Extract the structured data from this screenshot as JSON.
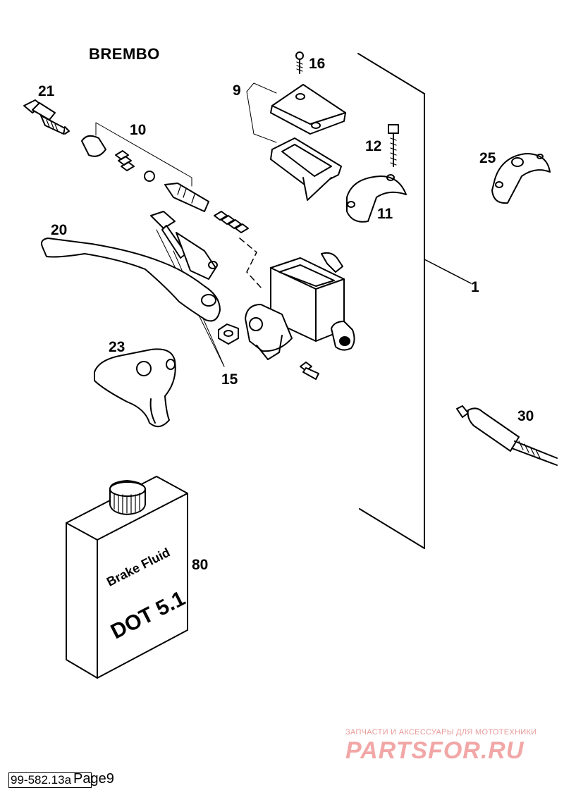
{
  "brand": "BREMBO",
  "callouts": {
    "c1": "1",
    "c9": "9",
    "c10": "10",
    "c11": "11",
    "c12": "12",
    "c15": "15",
    "c16": "16",
    "c20": "20",
    "c21": "21",
    "c23": "23",
    "c25": "25",
    "c30": "30",
    "c80": "80"
  },
  "can_label": {
    "line1": "Brake Fluid",
    "line2": "DOT 5.1"
  },
  "footer": {
    "code": "99-582.13a",
    "page": "Page9"
  },
  "watermark": {
    "line1": "ЗАПЧАСТИ И АКСЕССУАРЫ ДЛЯ МОТОТЕХНИКИ",
    "line2": "PARTSFOR.RU"
  }
}
